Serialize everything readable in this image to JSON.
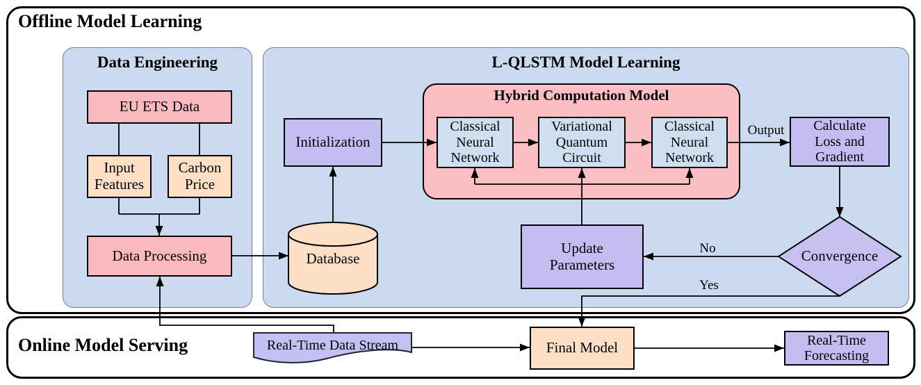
{
  "diagram": {
    "sections": {
      "offline": {
        "title": "Offline Model Learning"
      },
      "online": {
        "title": "Online Model Serving"
      }
    },
    "panels": {
      "data_engineering": {
        "title": "Data Engineering"
      },
      "lqlstm": {
        "title": "L-QLSTM Model Learning"
      },
      "hybrid": {
        "title": "Hybrid Computation Model"
      }
    },
    "nodes": {
      "eu_ets": {
        "label": "EU ETS Data"
      },
      "input_features": {
        "label": "Input Features"
      },
      "carbon_price": {
        "label": "Carbon Price"
      },
      "data_processing": {
        "label": "Data Processing"
      },
      "database": {
        "label": "Database"
      },
      "initialization": {
        "label": "Initialization"
      },
      "cnn_in": {
        "label": "Classical Neural Network"
      },
      "vqc": {
        "label": "Variational Quantum Circuit"
      },
      "cnn_out": {
        "label": "Classical Neural Network"
      },
      "calc_loss": {
        "label": "Calculate Loss and Gradient"
      },
      "update_params": {
        "label": "Update Parameters"
      },
      "convergence": {
        "label": "Convergence"
      },
      "rt_data_stream": {
        "label": "Real-Time Data Stream"
      },
      "final_model": {
        "label": "Final Model"
      },
      "rt_forecasting": {
        "label": "Real-Time Forecasting"
      }
    },
    "edge_labels": {
      "output": "Output",
      "no": "No",
      "yes": "Yes"
    },
    "colors": {
      "panel_blue": "#cbdaee",
      "inner_box_blue": "#cfdff0",
      "pink": "#f9b9be",
      "hybrid_pink": "#fbbfc3",
      "peach": "#fcdfc5",
      "purple": "#c3bdf1",
      "diamond_purple": "#c7c1f2",
      "line": "#000000"
    }
  }
}
